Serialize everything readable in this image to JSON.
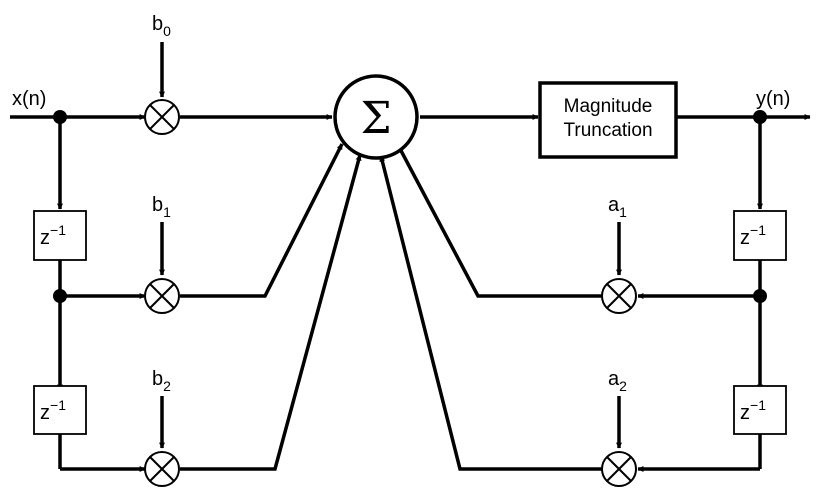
{
  "input": {
    "name": "x(n)"
  },
  "output": {
    "name": "y(n)"
  },
  "summer": {
    "symbol": "Σ"
  },
  "quantizer": {
    "line1": "Magnitude",
    "line2": "Truncation"
  },
  "delay": {
    "base": "z",
    "exp": "−1"
  },
  "coefficients": {
    "b0": {
      "letter": "b",
      "sub": "0"
    },
    "b1": {
      "letter": "b",
      "sub": "1"
    },
    "b2": {
      "letter": "b",
      "sub": "2"
    },
    "a1": {
      "letter": "a",
      "sub": "1"
    },
    "a2": {
      "letter": "a",
      "sub": "2"
    }
  }
}
